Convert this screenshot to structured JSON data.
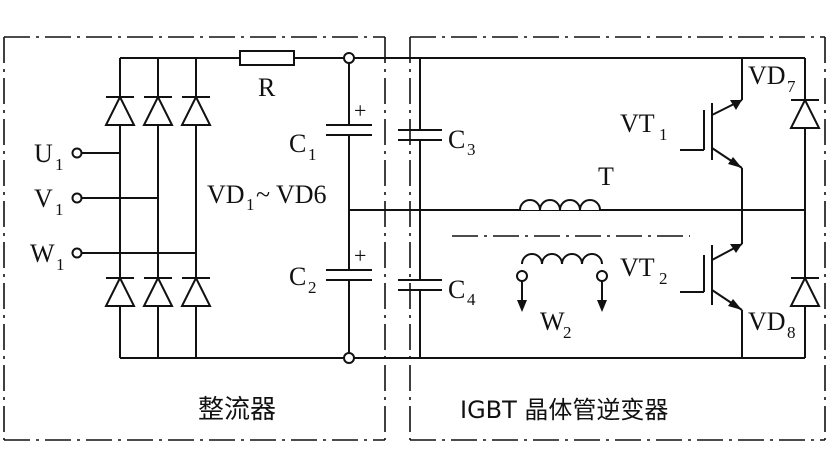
{
  "labels": {
    "R": "R",
    "C1": "C",
    "C1_sub": "1",
    "C2": "C",
    "C2_sub": "2",
    "C3": "C",
    "C3_sub": "3",
    "C4": "C",
    "C4_sub": "4",
    "VD_range": "VD",
    "VD_range_sub1": "1",
    "VD_range_tilde": "~",
    "VD_range_end": "VD6",
    "T": "T",
    "VT1": "VT",
    "VT1_sub": "1",
    "VT2": "VT",
    "VT2_sub": "2",
    "VD7": "VD",
    "VD7_sub": "7",
    "VD8": "VD",
    "VD8_sub": "8",
    "W2": "W",
    "W2_sub": "2",
    "U1": "U",
    "U1_sub": "1",
    "V1": "V",
    "V1_sub": "1",
    "W1": "W",
    "W1_sub": "1",
    "plus_top": "+",
    "plus_bottom": "+",
    "rectifier_caption": "整流器",
    "inverter_caption": "IGBT 晶体管逆变器"
  },
  "colors": {
    "line": "#111111",
    "background": "#ffffff"
  }
}
